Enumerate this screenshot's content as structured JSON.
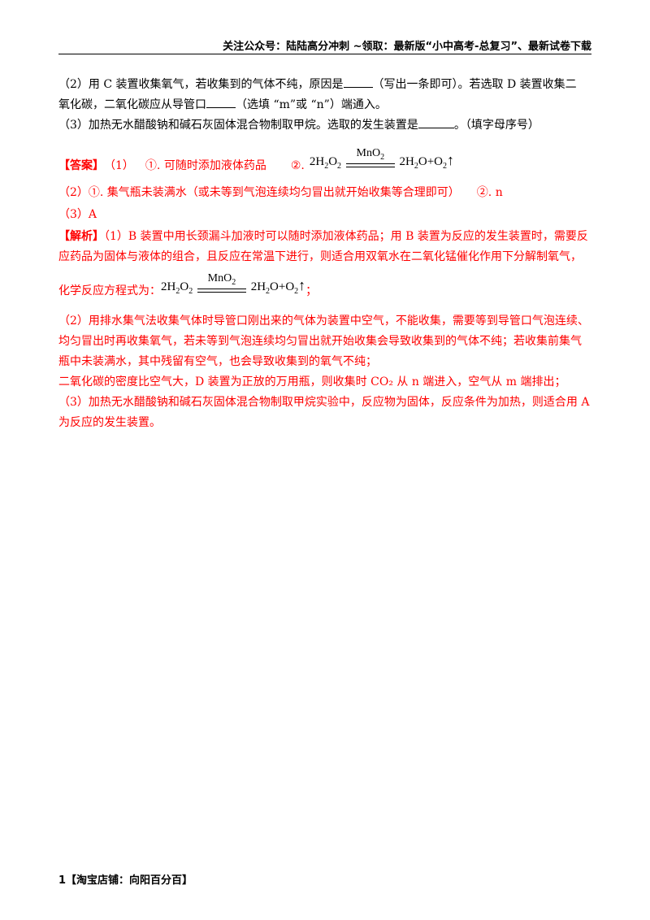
{
  "header": {
    "text": "关注公众号：陆陆高分冲刺  ~领取：最新版“小中高考-总复习”、最新试卷下载"
  },
  "question": {
    "q2_a": "（2）用 C 装置收集氧气，若收集到的气体不纯，原因是",
    "q2_b": "（写出一条即可）。若选取 D 装置收集二",
    "q2_c": "氧化碳，二氧化碳应从导管口",
    "q2_d": "（选填 “m”或 “n”）端通入。",
    "q3_a": "（3）加热无水醋酸钠和碱石灰固体混合物制取甲烷。选取的发生装置是",
    "q3_b": "。（填字母序号）"
  },
  "answer": {
    "tag": "【答案】",
    "a1_num": "（1）",
    "a1_text": "①. 可随时添加液体药品",
    "a1_mark": "②.",
    "eq_left_1": "2H",
    "eq_left_sub1": "2",
    "eq_left_2": "O",
    "eq_left_sub2": "2",
    "eq_cond": "MnO",
    "eq_cond_sub": "2",
    "eq_right_1": "2H",
    "eq_right_sub1": "2",
    "eq_right_2": "O+O",
    "eq_right_sub2": "2",
    "eq_arrow": "↑",
    "a2": "（2）①. 集气瓶未装满水（或未等到气泡连续均匀冒出就开始收集等合理即可）　　②. n",
    "a3": "（3）A"
  },
  "analysis": {
    "tag": "【解析】",
    "p1": "（1）B 装置中用长颈漏斗加液时可以随时添加液体药品；用 B 装置为反应的发生装置时，需要反应药品为固体与液体的组合，且反应在常温下进行，则适合用双氧水在二氧化锰催化作用下分解制氧气，",
    "p1_eq_prefix": "化学反应方程式为：",
    "p1_eq_suffix": "；",
    "p2": "（2）用排水集气法收集气体时导管口刚出来的气体为装置中空气，不能收集，需要等到导管口气泡连续、均匀冒出时再收集氧气，若未等到气泡连续均匀冒出就开始收集会导致收集到的气体不纯；若收集前集气瓶中未装满水，其中残留有空气，也会导致收集到的氧气不纯；",
    "p3": "二氧化碳的密度比空气大，D 装置为正放的万用瓶，则收集时 CO₂ 从 n 端进入，空气从 m 端排出；",
    "p4": "（3）加热无水醋酸钠和碱石灰固体混合物制取甲烷实验中，反应物为固体，反应条件为加热，则适合用 A 为反应的发生装置。"
  },
  "footer": {
    "text": "1【淘宝店铺：向阳百分百】"
  }
}
